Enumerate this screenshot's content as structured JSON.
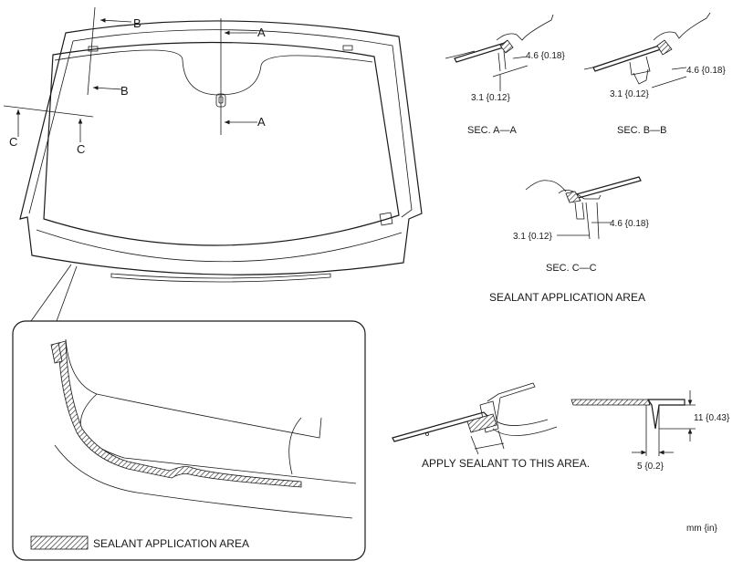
{
  "section_markers": {
    "a_top": "A",
    "a_bottom": "A",
    "b_top": "B",
    "b_bottom": "B",
    "c_left": "C",
    "c_right": "C"
  },
  "sections": {
    "aa": {
      "title": "SEC. A—A",
      "dim_outer": "4.6 {0.18}",
      "dim_inner": "3.1 {0.12}"
    },
    "bb": {
      "title": "SEC. B—B",
      "dim_outer": "4.6 {0.18}",
      "dim_inner": "3.1 {0.12}"
    },
    "cc": {
      "title": "SEC. C—C",
      "dim_outer": "4.6 {0.18}",
      "dim_inner": "3.1 {0.12}"
    }
  },
  "upper_area_caption": "SEALANT APPLICATION AREA",
  "apply_caption": "APPLY SEALANT TO THIS AREA.",
  "profile_dims": {
    "height": "11 {0.43}",
    "width": "5 {0.2}"
  },
  "legend": {
    "label": "SEALANT APPLICATION AREA"
  },
  "units": "mm {in}",
  "colors": {
    "line": "#1a1a1a",
    "background": "#ffffff"
  }
}
